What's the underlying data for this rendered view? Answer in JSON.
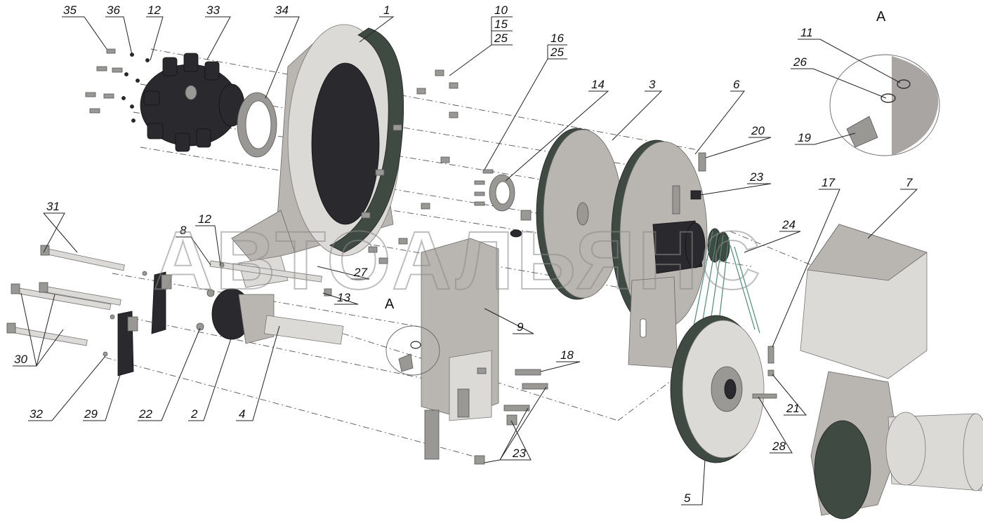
{
  "watermark": "АВТОАЛЬЯНС",
  "detail_label": "А",
  "detail_ref_label": "А",
  "callouts": [
    {
      "id": "c35",
      "text": "35"
    },
    {
      "id": "c36",
      "text": "36"
    },
    {
      "id": "c12a",
      "text": "12"
    },
    {
      "id": "c33",
      "text": "33"
    },
    {
      "id": "c34",
      "text": "34"
    },
    {
      "id": "c1",
      "text": "1"
    },
    {
      "id": "c10",
      "text": "10"
    },
    {
      "id": "c15",
      "text": "15"
    },
    {
      "id": "c25a",
      "text": "25"
    },
    {
      "id": "c16",
      "text": "16"
    },
    {
      "id": "c25b",
      "text": "25"
    },
    {
      "id": "c14",
      "text": "14"
    },
    {
      "id": "c3",
      "text": "3"
    },
    {
      "id": "c6",
      "text": "6"
    },
    {
      "id": "c20",
      "text": "20"
    },
    {
      "id": "c23a",
      "text": "23"
    },
    {
      "id": "c11",
      "text": "11"
    },
    {
      "id": "c26",
      "text": "26"
    },
    {
      "id": "c19",
      "text": "19"
    },
    {
      "id": "c17",
      "text": "17"
    },
    {
      "id": "c7",
      "text": "7"
    },
    {
      "id": "c24",
      "text": "24"
    },
    {
      "id": "c31",
      "text": "31"
    },
    {
      "id": "c8",
      "text": "8"
    },
    {
      "id": "c12b",
      "text": "12"
    },
    {
      "id": "c27",
      "text": "27"
    },
    {
      "id": "c13",
      "text": "13"
    },
    {
      "id": "c9",
      "text": "9"
    },
    {
      "id": "c18",
      "text": "18"
    },
    {
      "id": "c21",
      "text": "21"
    },
    {
      "id": "c28",
      "text": "28"
    },
    {
      "id": "c23b",
      "text": "23"
    },
    {
      "id": "c5",
      "text": "5"
    },
    {
      "id": "c30",
      "text": "30"
    },
    {
      "id": "c32",
      "text": "32"
    },
    {
      "id": "c29",
      "text": "29"
    },
    {
      "id": "c22",
      "text": "22"
    },
    {
      "id": "c2",
      "text": "2"
    },
    {
      "id": "c4",
      "text": "4"
    }
  ]
}
